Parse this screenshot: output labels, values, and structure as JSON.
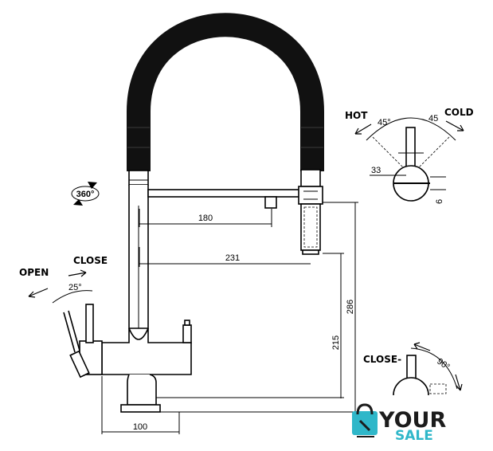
{
  "labels": {
    "hot": "HOT",
    "cold": "COLD",
    "open": "OPEN",
    "close_left": "CLOSE",
    "close_right": "CLOSE-",
    "rotation": "360°"
  },
  "dimensions": {
    "d180": "180",
    "d231": "231",
    "d286": "286",
    "d215": "215",
    "d100": "100",
    "d25": "25°",
    "d45_left": "45°",
    "d45_right": "45",
    "d33": "33",
    "d6": "6",
    "d90": "90°"
  },
  "logo": {
    "word_top": "YOUR",
    "word_bottom": "SALE"
  },
  "colors": {
    "hose": "#111111",
    "logo_dark": "#1c1c1c",
    "logo_accent": "#2fb7c9"
  }
}
